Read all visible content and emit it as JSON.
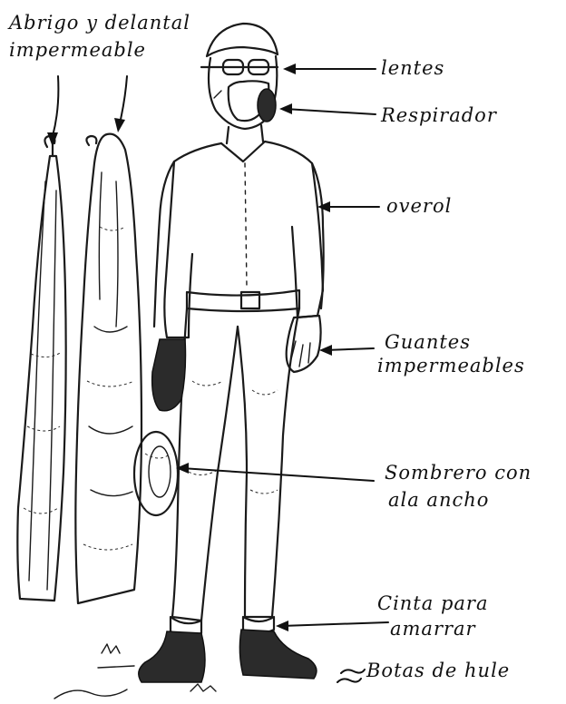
{
  "labels": {
    "coat_apron_line1": "Abrigo y delantal",
    "coat_apron_line2": "impermeable",
    "goggles": "lentes",
    "respirator": "Respirador",
    "overalls": "overol",
    "gloves_line1": "Guantes",
    "gloves_line2": "impermeables",
    "hat_line1": "Sombrero con",
    "hat_line2": "ala ancho",
    "strap_line1": "Cinta para",
    "strap_line2": "amarrar",
    "boots": "Botas de hule"
  },
  "colors": {
    "ink": "#1a1a1a",
    "paper": "#ffffff"
  }
}
